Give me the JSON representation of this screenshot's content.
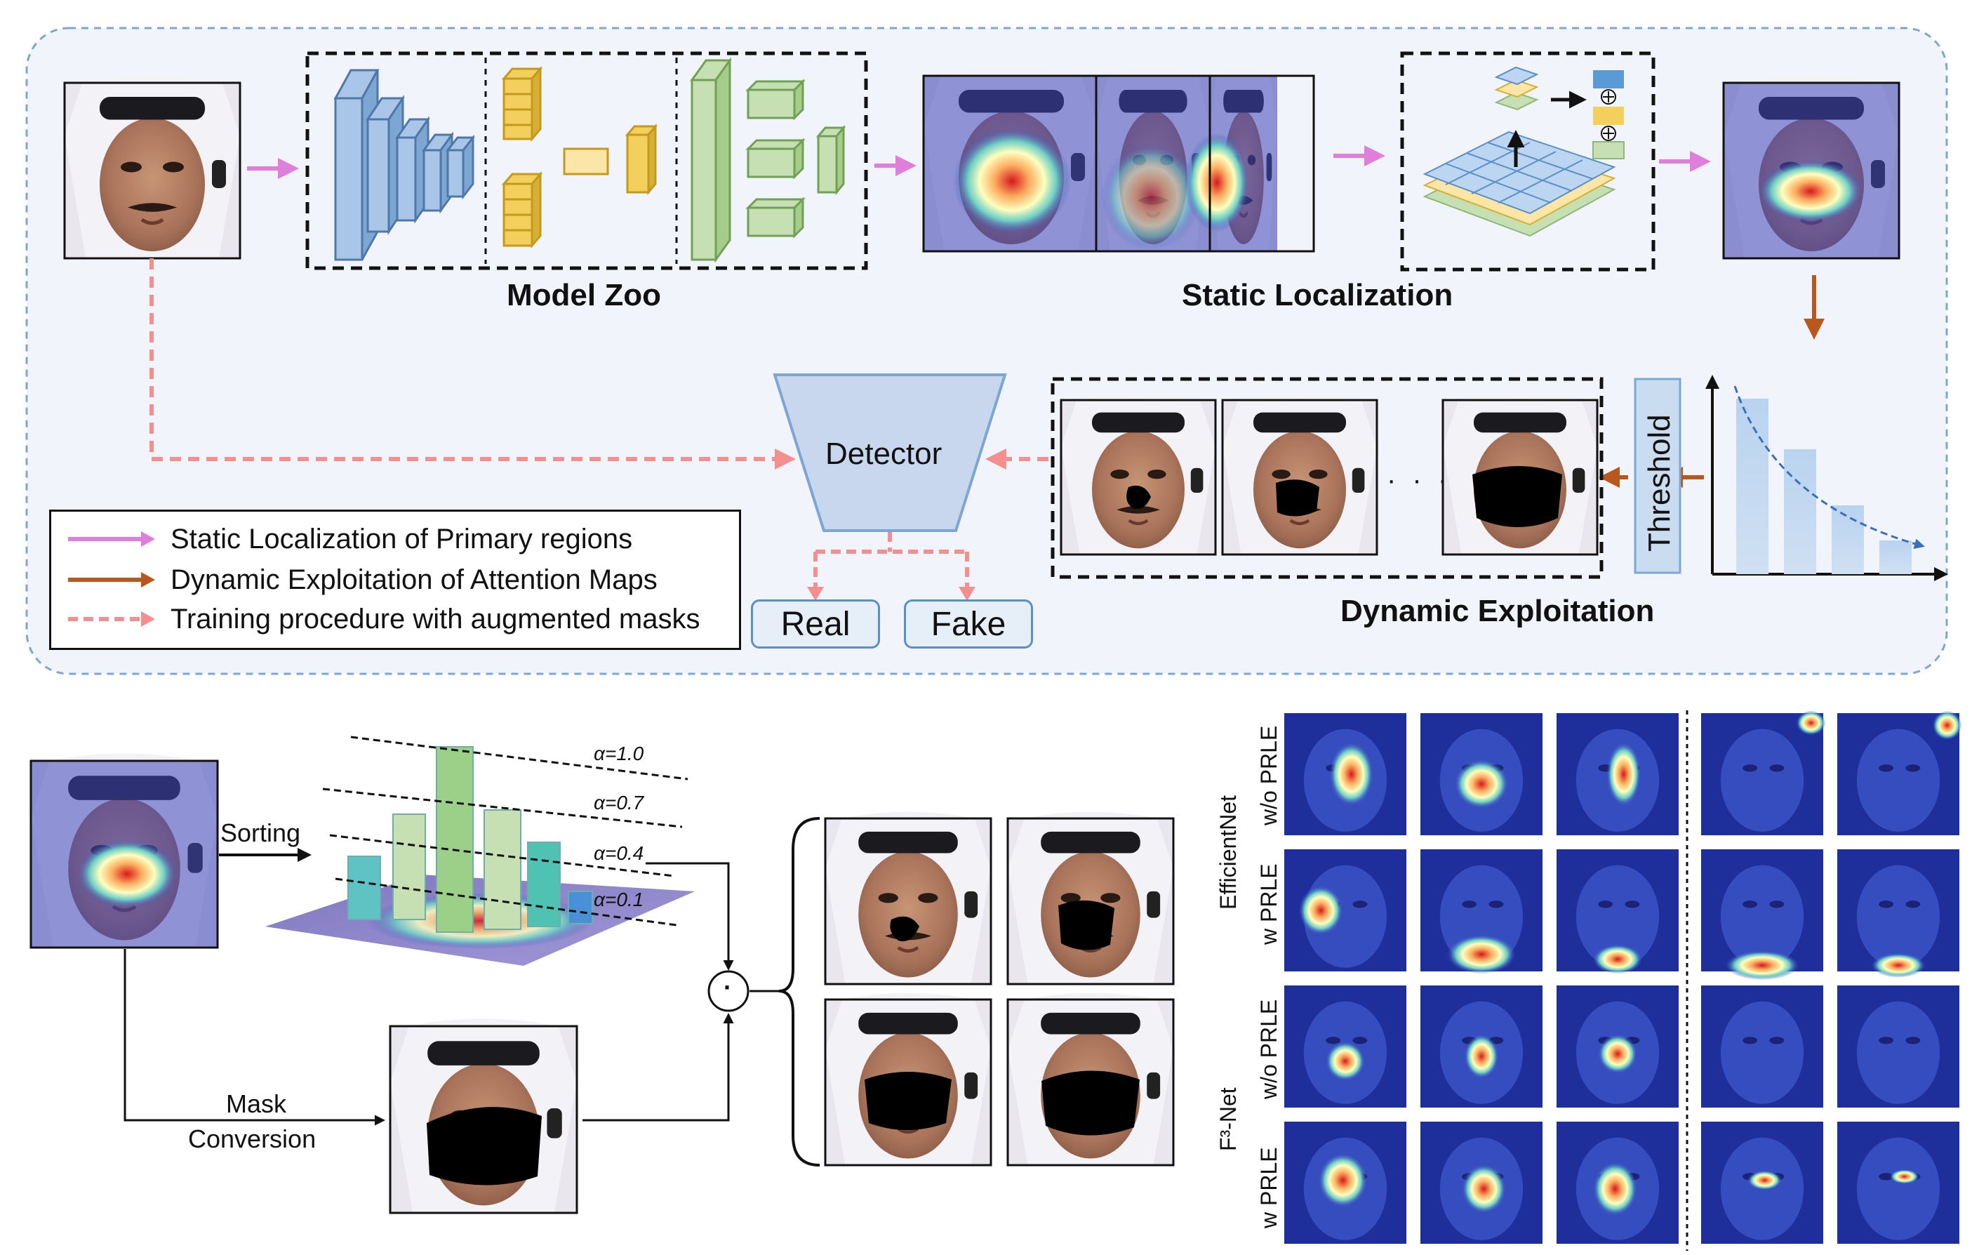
{
  "top_panel": {
    "model_zoo_label": "Model Zoo",
    "static_localization_label": "Static Localization",
    "dynamic_exploitation_label": "Dynamic Exploitation",
    "detector_label": "Detector",
    "threshold_label": "Threshold",
    "ellipsis": "· · ·",
    "real_label": "Real",
    "fake_label": "Fake"
  },
  "legend": {
    "items": [
      {
        "label": "Static Localization of Primary regions",
        "color": "#e07fd9",
        "style": "solid"
      },
      {
        "label": "Dynamic Exploitation of Attention Maps",
        "color": "#b8581c",
        "style": "solid"
      },
      {
        "label": "Training procedure with augmented masks",
        "color": "#f3908f",
        "style": "dashed"
      }
    ]
  },
  "bottom_left": {
    "sorting_label": "Sorting",
    "mask_label": "Mask",
    "conversion_label": "Conversion",
    "odot_symbol": "·",
    "alpha_labels": [
      "α=1.0",
      "α=0.7",
      "α=0.4",
      "α=0.1"
    ]
  },
  "bottom_right": {
    "group1_label": "EfficientNet",
    "group2_label": "F³-Net",
    "row_labels": [
      "w/o PRLE",
      "w PRLE",
      "w/o PRLE",
      "w PRLE"
    ]
  },
  "colors": {
    "panel_bg": "#f1f5fb",
    "panel_border": "#7ea6d3",
    "pink_arrow": "#e07fd9",
    "brown_arrow": "#b8581c",
    "dashed_arrow": "#f3908f",
    "model_blue": "#a9c6e8",
    "model_yellow": "#f3cf5c",
    "model_green": "#c6e0b4"
  }
}
